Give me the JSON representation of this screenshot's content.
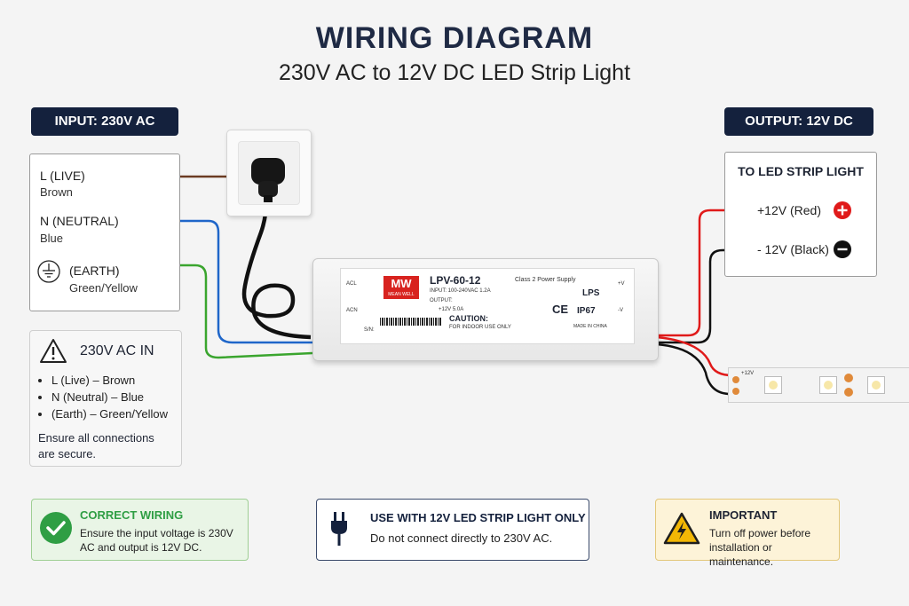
{
  "header": {
    "title": "WIRING DIAGRAM",
    "subtitle": "230V AC to 12V DC LED Strip Light"
  },
  "input": {
    "pill": "INPUT: 230V AC",
    "live_label": "L (LIVE)",
    "live_color": "Brown",
    "neutral_label": "N (NEUTRAL)",
    "neutral_color": "Blue",
    "earth_label": "(EARTH)",
    "earth_color": "Green/Yellow"
  },
  "ac_info": {
    "title": "230V AC IN",
    "items": [
      "L (Live) – Brown",
      "N (Neutral) – Blue",
      "(Earth) – Green/Yellow"
    ],
    "note": "Ensure all connections are secure."
  },
  "output": {
    "pill": "OUTPUT: 12V DC",
    "box_title": "TO LED STRIP LIGHT",
    "positive_label": "+12V (Red)",
    "negative_label": "- 12V (Black)"
  },
  "psu": {
    "brand": "MEAN WELL",
    "logo_text": "MW",
    "model": "LPV-60-12",
    "class_text": "Class 2 Power Supply",
    "input_text": "INPUT: 100-240VAC  1.2A",
    "output_text": "OUTPUT:",
    "output_value": "+12V  5.0A",
    "caution": "CAUTION:",
    "caution_sub": "FOR INDOOR USE ONLY",
    "lps": "LPS",
    "ip": "IP67",
    "sn_label": "S/N:",
    "made_in": "MADE IN CHINA",
    "ac_label": "ACL",
    "fg_label": "ACN",
    "v_plus": "+V",
    "v_minus": "-V"
  },
  "strip": {
    "plus_label": "+12V"
  },
  "notes": {
    "correct_title": "CORRECT WIRING",
    "correct_text": "Ensure the input voltage is 230V AC and output is 12V DC.",
    "use_title": "USE WITH 12V LED STRIP LIGHT ONLY",
    "use_text": "Do not connect directly to 230V AC.",
    "important_title": "IMPORTANT",
    "important_text": "Turn off power before installation or maintenance."
  },
  "colors": {
    "navy": "#14213d",
    "live_brown": "#6b3b22",
    "neutral_blue": "#1f66c9",
    "earth_green": "#3aa52e",
    "dc_red": "#e01a1a",
    "dc_black": "#111111",
    "correct_green": "#2f9e44",
    "warning_yellow": "#f2b705",
    "brand_red": "#d8231f"
  },
  "icons": {
    "earth": "earth-ground-icon",
    "warning": "warning-triangle-icon",
    "check": "check-circle-icon",
    "plug": "plug-icon",
    "electric_warning": "electric-warning-icon",
    "plus": "plus-circle-icon",
    "minus": "minus-circle-icon"
  }
}
